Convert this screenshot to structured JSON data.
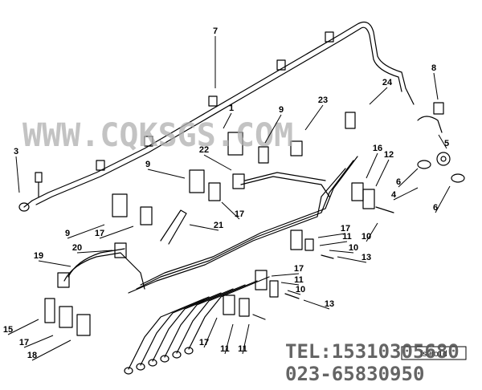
{
  "watermark": {
    "site": "WWW.CQKSGS.COM",
    "tel": "TEL:15310305680",
    "phone": "023-65830950",
    "color": "#b0b0b0",
    "tel_color": "#555555"
  },
  "figure_id": "fs9ro1d",
  "callouts": [
    "7",
    "1",
    "9",
    "23",
    "24",
    "8",
    "3",
    "22",
    "16",
    "12",
    "5",
    "9",
    "6",
    "4",
    "6",
    "17",
    "21",
    "9",
    "17",
    "17",
    "11",
    "10",
    "10",
    "19",
    "20",
    "13",
    "17",
    "11",
    "10",
    "13",
    "15",
    "17",
    "18",
    "17",
    "11",
    "11"
  ]
}
